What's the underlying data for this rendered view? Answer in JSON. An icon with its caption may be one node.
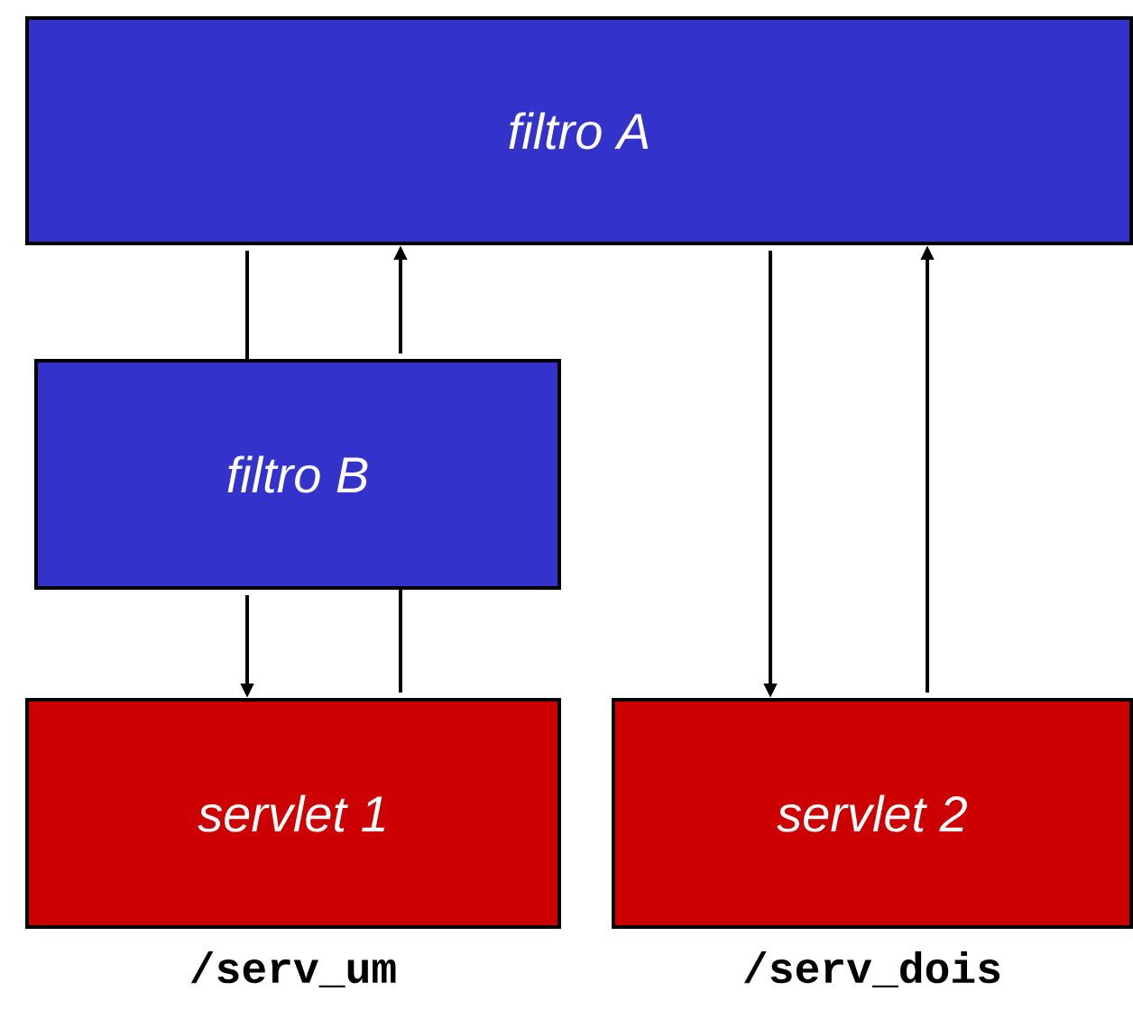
{
  "diagram": {
    "nodes": [
      {
        "text": [
          "filtro A"
        ]
      },
      {
        "text": [
          "filtro B"
        ]
      },
      {
        "text": [
          "servlet 1"
        ],
        "beside": [
          "/serv_um"
        ]
      },
      {
        "text": [
          "servlet 2"
        ],
        "beside": [
          "/serv_dois"
        ]
      }
    ],
    "edges": [
      {
        "from": 0,
        "to": 1,
        "arrow": "none"
      },
      {
        "from": 1,
        "to": 0,
        "arrow": "to"
      },
      {
        "from": 1,
        "to": 2,
        "arrow": "to"
      },
      {
        "from": 2,
        "to": 1,
        "arrow": "none"
      },
      {
        "from": 0,
        "to": 3,
        "arrow": "to"
      },
      {
        "from": 3,
        "to": 0,
        "arrow": "to"
      }
    ]
  }
}
